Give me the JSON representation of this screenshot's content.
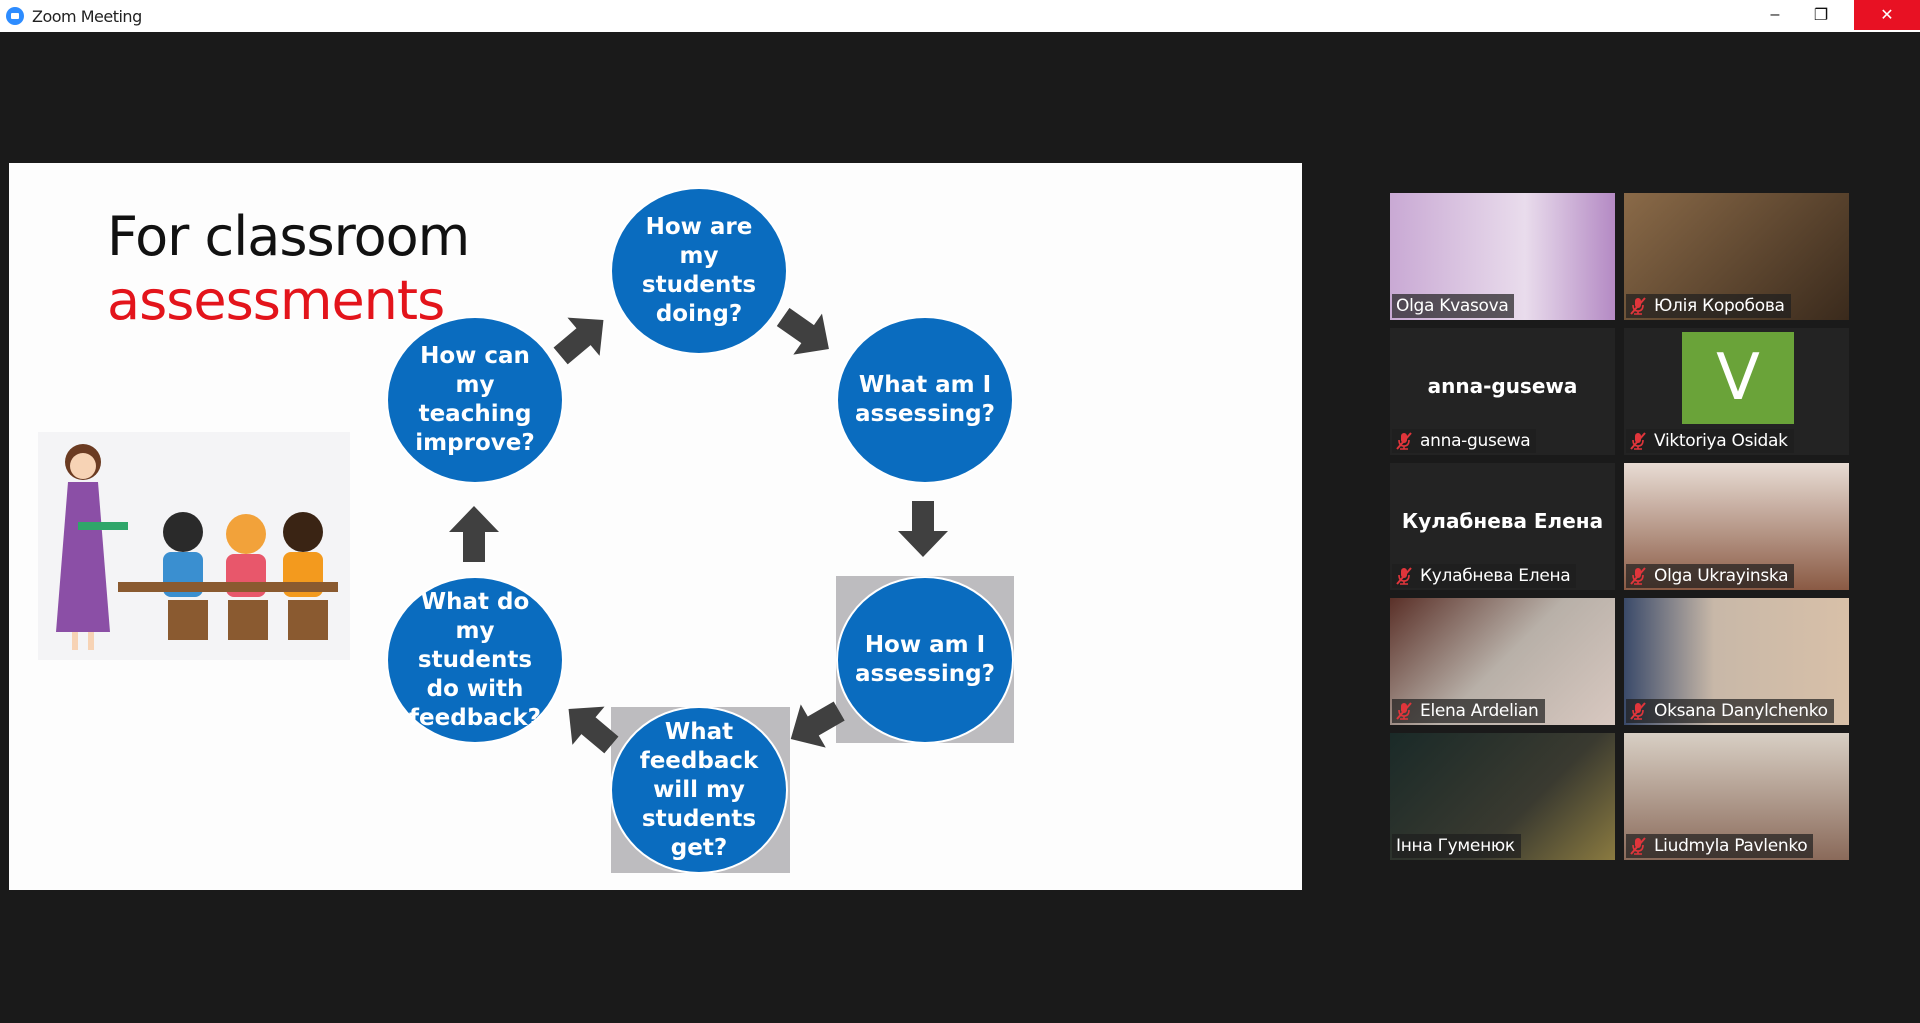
{
  "window": {
    "title": "Zoom Meeting",
    "minimize": "–",
    "restore": "❐",
    "close": "✕"
  },
  "slide": {
    "title_line1": "For classroom",
    "title_line2": "assessments",
    "cycle": [
      "How are\nmy\nstudents\ndoing?",
      "What am I\nassessing?",
      "How am I\nassessing?",
      "What\nfeedback\nwill my\nstudents\nget?",
      "What do\nmy\nstudents\ndo with\nfeedback?",
      "How can\nmy\nteaching\nimprove?"
    ]
  },
  "participants": [
    {
      "name": "Olga Kvasova",
      "muted": false,
      "video": true
    },
    {
      "name": "Юлія Коробова",
      "muted": true,
      "video": true
    },
    {
      "name": "anna-gusewa",
      "muted": true,
      "video": false,
      "display_name": "anna-gusewa"
    },
    {
      "name": "Viktoriya Osidak",
      "muted": true,
      "video": false,
      "avatar_letter": "V"
    },
    {
      "name": "Кулабнева Елена",
      "muted": true,
      "video": false,
      "display_name": "Кулабнева Елена"
    },
    {
      "name": "Olga Ukrayinska",
      "muted": true,
      "video": true
    },
    {
      "name": "Elena Ardelian",
      "muted": true,
      "video": true
    },
    {
      "name": "Oksana Danylchenko",
      "muted": true,
      "video": true
    },
    {
      "name": "Інна Гуменюк",
      "muted": false,
      "video": true
    },
    {
      "name": "Liudmyla Pavlenko",
      "muted": true,
      "video": true
    }
  ],
  "colors": {
    "circle": "#0a6cbf",
    "title_red": "#e3141b",
    "avatar_green": "#6aa339",
    "mute_red": "#e0353b"
  }
}
